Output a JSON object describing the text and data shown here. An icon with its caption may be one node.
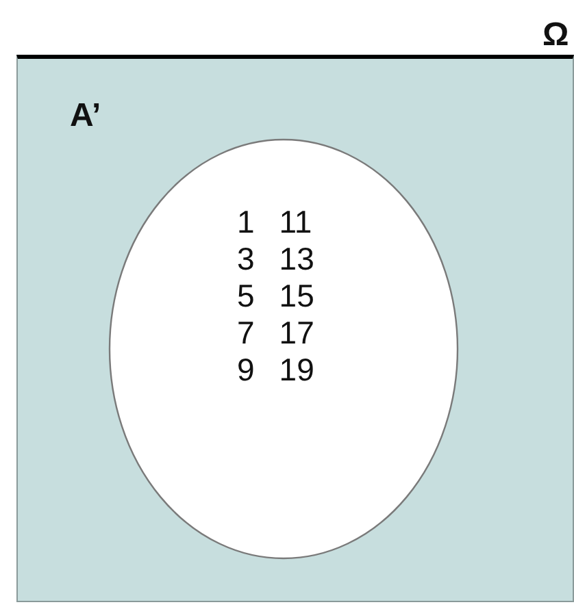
{
  "diagram": {
    "nodes": [
      {
        "text": [
          "Ω",
          "A’"
        ]
      },
      {
        "text": [
          "1",
          "11",
          "3",
          "13",
          "5",
          "15",
          "7",
          "17",
          "9",
          "19"
        ],
        "in": 0
      }
    ]
  }
}
